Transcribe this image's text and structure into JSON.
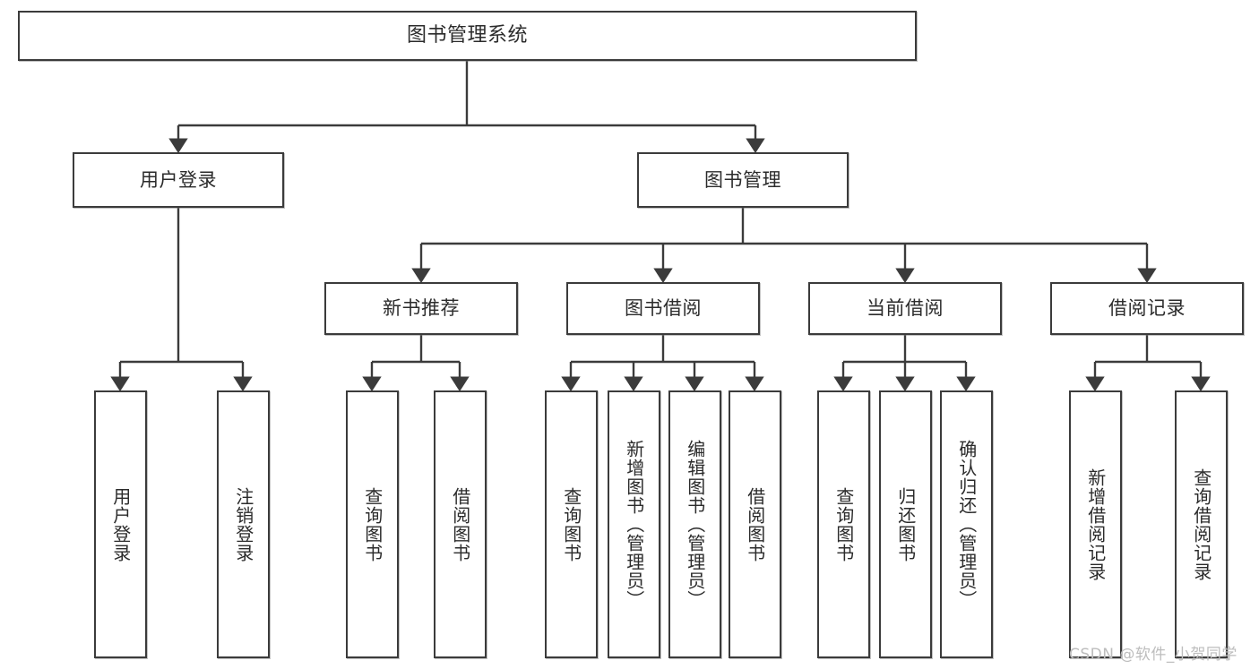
{
  "diagram": {
    "title": "图书管理系统",
    "type": "tree-hierarchy",
    "nodes": {
      "root": {
        "label": "图书管理系统"
      },
      "level2": [
        {
          "id": "user-login",
          "label": "用户登录"
        },
        {
          "id": "book-manage",
          "label": "图书管理"
        }
      ],
      "level3": [
        {
          "id": "new-book-rec",
          "label": "新书推荐"
        },
        {
          "id": "book-borrow",
          "label": "图书借阅"
        },
        {
          "id": "current-borrow",
          "label": "当前借阅"
        },
        {
          "id": "borrow-record",
          "label": "借阅记录"
        }
      ],
      "leaves": {
        "user_login": [
          {
            "id": "leaf-user-login",
            "label": "用户登录"
          },
          {
            "id": "leaf-logout-login",
            "label": "注销登录"
          }
        ],
        "new_book_rec": [
          {
            "id": "leaf-query-book-1",
            "label": "查询图书"
          },
          {
            "id": "leaf-borrow-book-1",
            "label": "借阅图书"
          }
        ],
        "book_borrow": [
          {
            "id": "leaf-query-book-2",
            "label": "查询图书"
          },
          {
            "id": "leaf-add-book",
            "label": "新增图书（管理员）"
          },
          {
            "id": "leaf-edit-book",
            "label": "编辑图书（管理员）"
          },
          {
            "id": "leaf-borrow-book-2",
            "label": "借阅图书"
          }
        ],
        "current_borrow": [
          {
            "id": "leaf-query-book-3",
            "label": "查询图书"
          },
          {
            "id": "leaf-return-book",
            "label": "归还图书"
          },
          {
            "id": "leaf-confirm-return",
            "label": "确认归还（管理员）"
          }
        ],
        "borrow_record": [
          {
            "id": "leaf-add-record",
            "label": "新增借阅记录"
          },
          {
            "id": "leaf-query-record",
            "label": "查询借阅记录"
          }
        ]
      }
    },
    "watermark": "CSDN @软件_小贺同学",
    "colors": {
      "box_border": "#3b3b3b",
      "box_fill": "#ffffff",
      "text": "#2b2b2b",
      "edge": "#3b3b3b",
      "watermark": "#bdbdbd",
      "background": "#ffffff"
    }
  }
}
